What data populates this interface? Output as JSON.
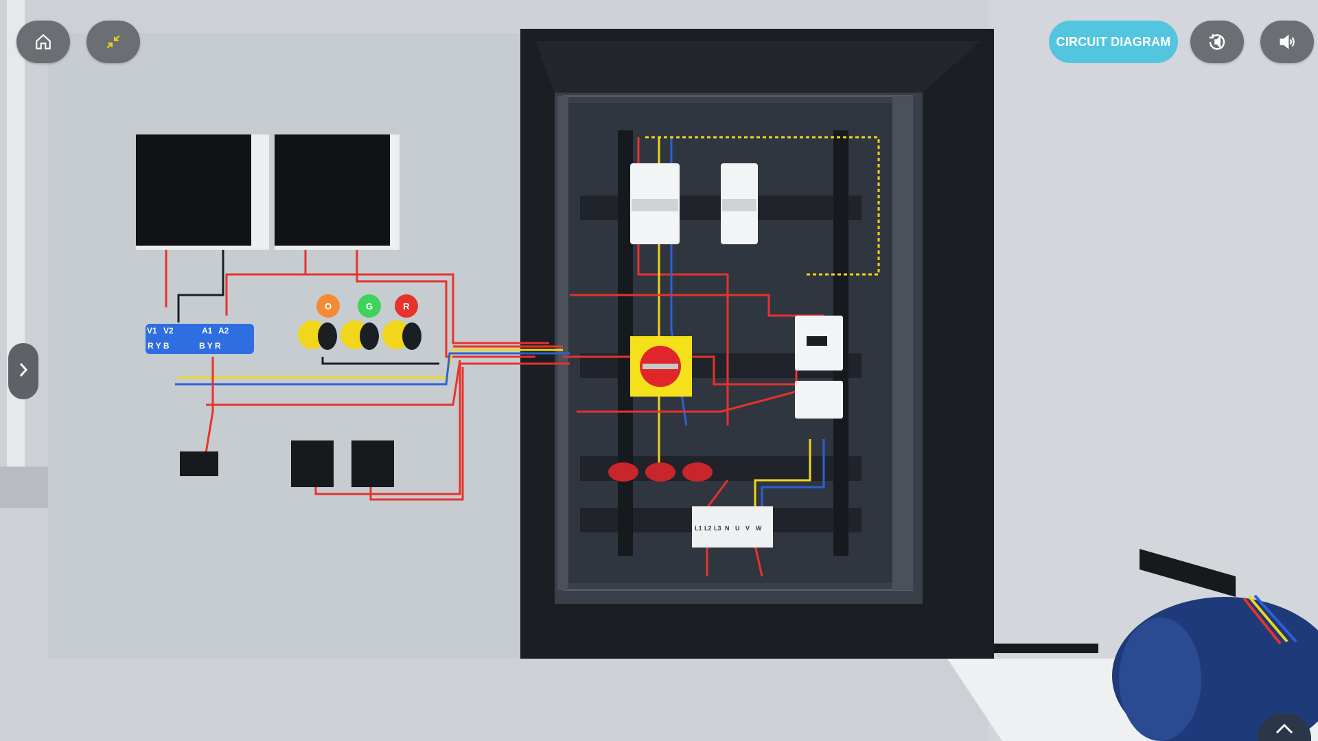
{
  "toolbar": {
    "circuit_diagram_label": "CIRCUIT DIAGRAM"
  },
  "icons": {
    "home": "home-icon",
    "minimize": "minimize-icon",
    "replay_audio": "replay-audio-icon",
    "volume": "volume-icon",
    "expand_panel": "chevron-right-icon",
    "scroll_up": "chevron-up-icon"
  },
  "terminal_labels": {
    "v1": "V1",
    "v2": "V2",
    "a1": "A1",
    "a2": "A2",
    "row_left": "R Y B",
    "row_right": "B Y R"
  },
  "indicator_lamps": {
    "orange": "O",
    "green": "G",
    "red": "R"
  },
  "terminal_strip_labels": [
    "L1",
    "L2",
    "L3",
    "N",
    "U",
    "V",
    "W"
  ],
  "colors": {
    "accent": "#54c5de",
    "hud_button": "#6b6e73",
    "wire_red": "#e8322c",
    "wire_yellow": "#f2d61c",
    "wire_blue": "#2f5fd6",
    "panel_door": "#c6cccf",
    "enclosure": "#1b1e23"
  }
}
